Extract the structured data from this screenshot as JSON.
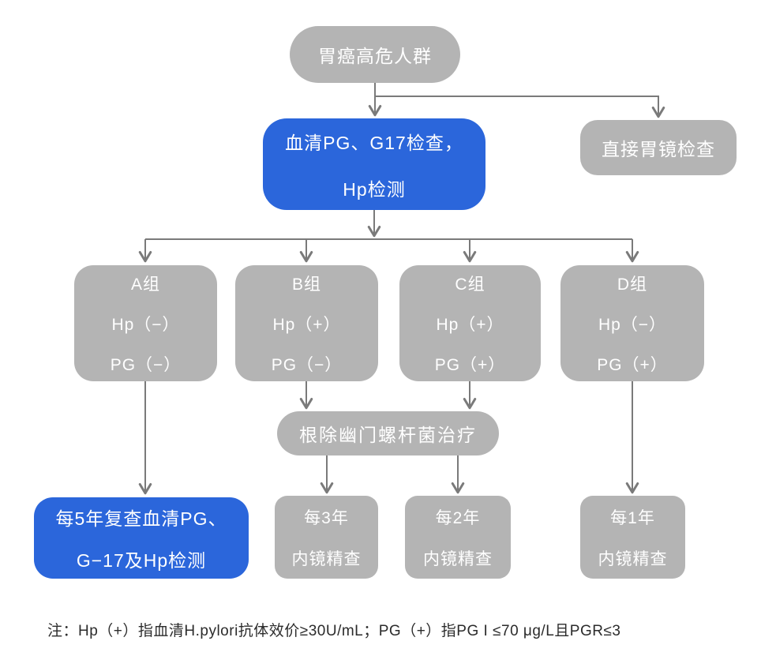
{
  "palette": {
    "node_gray": "#b4b4b4",
    "node_blue": "#2b66db",
    "arrow": "#7a7a7a",
    "node_text": "#ffffff",
    "note_text": "#2b2b2b",
    "background": "#ffffff"
  },
  "diagram": {
    "type": "flowchart",
    "nodes": {
      "top": {
        "label": "胃癌高危人群"
      },
      "serum_test": {
        "lines": [
          "血清PG、G17检查，",
          "Hp检测"
        ]
      },
      "direct_endoscopy": {
        "label": "直接胃镜检查"
      },
      "group_a": {
        "lines": [
          "A组",
          "Hp（−）",
          "PG（−）"
        ]
      },
      "group_b": {
        "lines": [
          "B组",
          "Hp（+）",
          "PG（−）"
        ]
      },
      "group_c": {
        "lines": [
          "C组",
          "Hp（+）",
          "PG（+）"
        ]
      },
      "group_d": {
        "lines": [
          "D组",
          "Hp（−）",
          "PG（+）"
        ]
      },
      "eradication": {
        "label": "根除幽门螺杆菌治疗"
      },
      "recheck_5y": {
        "lines": [
          "每5年复查血清PG、",
          "G−17及Hp检测"
        ]
      },
      "endoscopy_3y": {
        "lines": [
          "每3年",
          "内镜精查"
        ]
      },
      "endoscopy_2y": {
        "lines": [
          "每2年",
          "内镜精查"
        ]
      },
      "endoscopy_1y": {
        "lines": [
          "每1年",
          "内镜精查"
        ]
      }
    },
    "edges": [
      {
        "from": "top",
        "to": "serum_test"
      },
      {
        "from": "top",
        "to": "direct_endoscopy"
      },
      {
        "from": "serum_test",
        "to": "group_a"
      },
      {
        "from": "serum_test",
        "to": "group_b"
      },
      {
        "from": "serum_test",
        "to": "group_c"
      },
      {
        "from": "serum_test",
        "to": "group_d"
      },
      {
        "from": "group_a",
        "to": "recheck_5y"
      },
      {
        "from": "group_b",
        "to": "eradication"
      },
      {
        "from": "group_c",
        "to": "eradication"
      },
      {
        "from": "eradication",
        "to": "endoscopy_3y"
      },
      {
        "from": "eradication",
        "to": "endoscopy_2y"
      },
      {
        "from": "group_d",
        "to": "endoscopy_1y"
      }
    ]
  },
  "note": {
    "text": "注：Hp（+）指血清H.pylori抗体效价≥30U/mL；PG（+）指PG I ≤70 μg/L且PGR≤3"
  }
}
